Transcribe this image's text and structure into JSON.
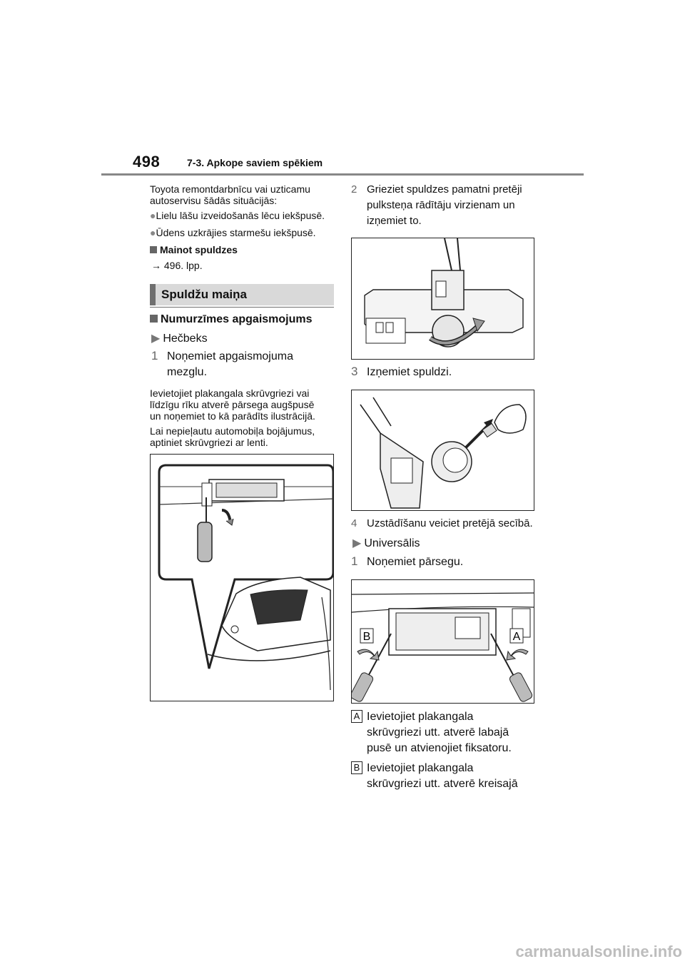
{
  "header": {
    "page_number": "498",
    "section": "7-3. Apkope saviem spēkiem"
  },
  "left": {
    "intro": [
      "Toyota remontdarbnīcu vai uzticamu",
      "autoservisu šādās situācijās:"
    ],
    "bullets": [
      "Lielu lāšu izveidošanās lēcu iekšpusē.",
      "Ūdens uzkrājies starmešu iekšpusē."
    ],
    "mainot_heading": "Mainot spuldzes",
    "mainot_ref": "→ 496. lpp.",
    "section_heading": "Spuldžu maiņa",
    "sub_heading": "Numurzīmes apgaismojums",
    "variant": "Hečbeks",
    "step1_num": "1",
    "step1_lines": [
      "Noņemiet apgaismojuma",
      "mezglu."
    ],
    "para1": [
      "Ievietojiet plakangala skrūvgriezi vai",
      "līdzīgu rīku atverē pārsega augšpusē",
      "un noņemiet to kā parādīts ilustrācijā."
    ],
    "para2": [
      "Lai nepieļautu automobiļa bojājumus,",
      "aptiniet skrūvgriezi ar lenti."
    ]
  },
  "right": {
    "step2_num": "2",
    "step2_lines": [
      "Grieziet spuldzes pamatni pretēji",
      "pulksteņa rādītāju virzienam un",
      "izņemiet to."
    ],
    "step3_num": "3",
    "step3_text": "Izņemiet spuldzi.",
    "step4_num": "4",
    "step4_text": "Uzstādīšanu veiciet pretējā secībā.",
    "variant": "Universālis",
    "step1u_num": "1",
    "step1u_text": "Noņemiet pārsegu.",
    "figure_label_a": "A",
    "figure_label_b": "B",
    "a_label": "A",
    "a_lines": [
      "Ievietojiet plakangala",
      "skrūvgriezi utt. atverē labajā",
      "pusē un atvienojiet fiksatoru."
    ],
    "b_label": "B",
    "b_lines": [
      "Ievietojiet plakangala",
      "skrūvgriezi utt. atverē kreisajā"
    ]
  },
  "watermark": "carmanualsonline.info"
}
